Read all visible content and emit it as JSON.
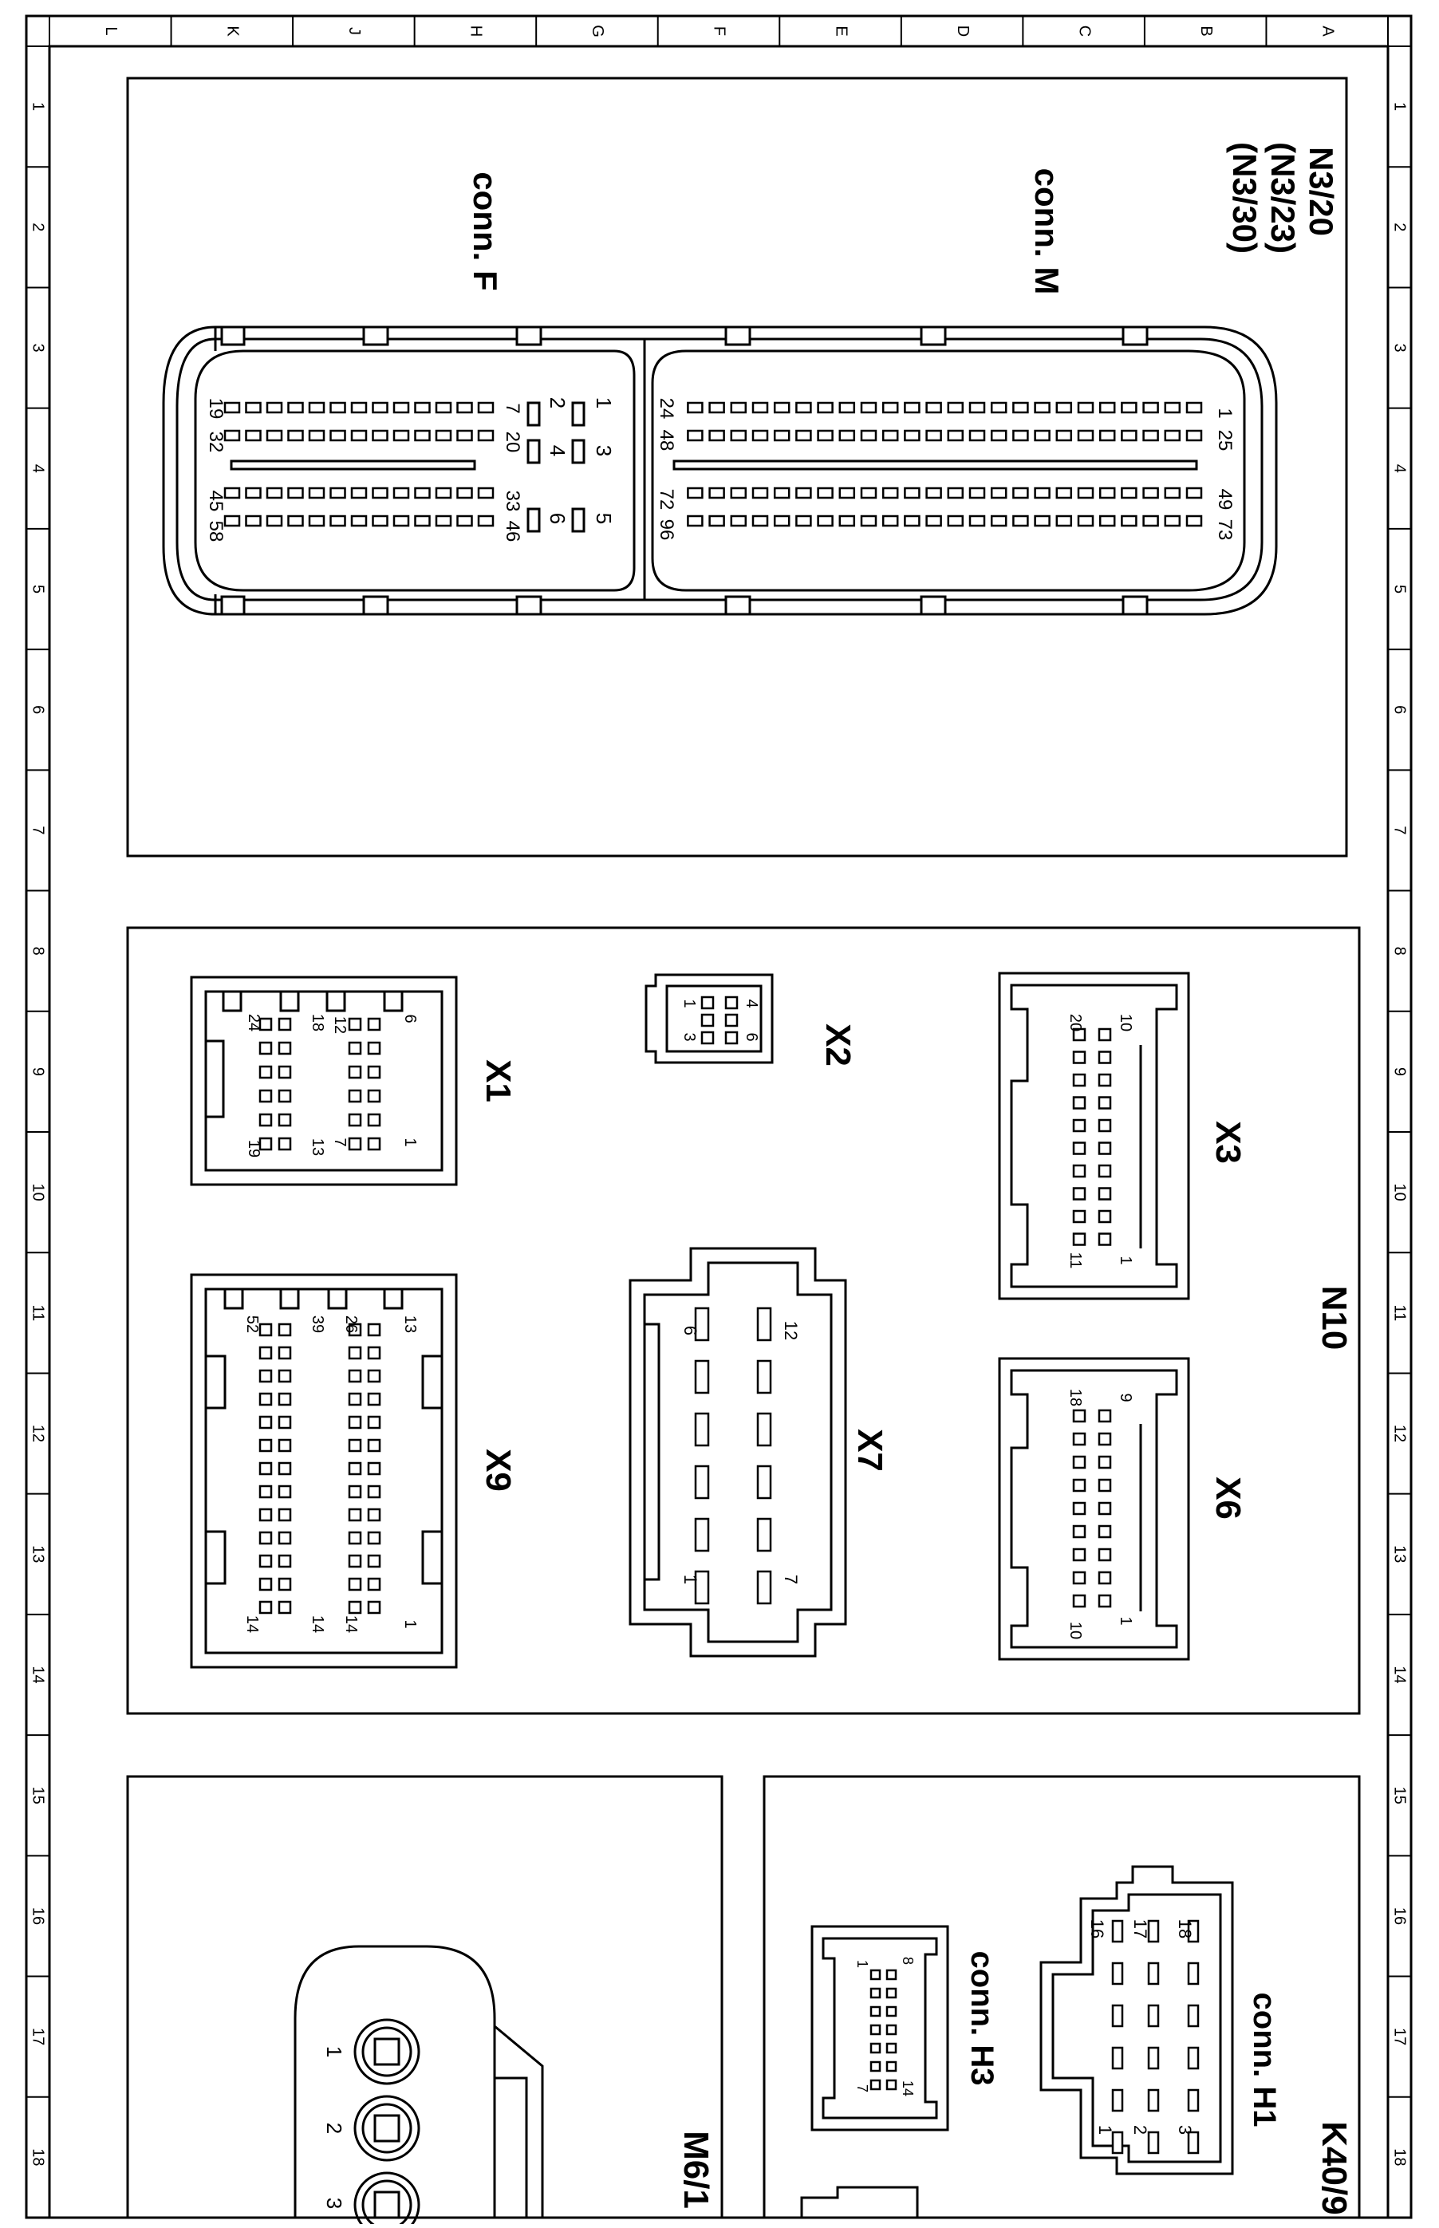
{
  "frame": {
    "columns": [
      "A",
      "B",
      "C",
      "D",
      "E",
      "F",
      "G",
      "H",
      "J",
      "K",
      "L"
    ],
    "rows": [
      "1",
      "2",
      "3",
      "4",
      "5",
      "6",
      "7",
      "8",
      "9",
      "10",
      "11",
      "12",
      "13",
      "14",
      "15",
      "16",
      "17",
      "18"
    ]
  },
  "top_panel": {
    "component_lines": [
      "N3/20",
      "(N3/23)",
      "(N3/30)"
    ],
    "conn_m_label": "conn. M",
    "conn_f_label": "conn. F",
    "conn_m_pins": {
      "r1_a": "1",
      "r1_b": "24",
      "r2_a": "25",
      "r2_b": "48",
      "r3_a": "49",
      "r3_b": "72",
      "r4_a": "73",
      "r4_b": "96"
    },
    "conn_f_pins": {
      "p1": "1",
      "p2": "2",
      "p3": "3",
      "p4": "4",
      "p5": "5",
      "p6": "6",
      "r1_a": "7",
      "r1_b": "19",
      "r2_a": "20",
      "r2_b": "32",
      "r3_a": "33",
      "r3_b": "45",
      "r4_a": "46",
      "r4_b": "58"
    }
  },
  "middle_panel": {
    "component": "N10",
    "x1": {
      "label": "X1",
      "pins": {
        "a": "1",
        "b": "6",
        "c": "7",
        "d": "12",
        "e": "13",
        "f": "18",
        "g": "19",
        "h": "24"
      }
    },
    "x2": {
      "label": "X2",
      "pins": {
        "a": "1",
        "b": "3",
        "c": "4",
        "d": "6"
      }
    },
    "x3": {
      "label": "X3",
      "pins": {
        "a": "1",
        "b": "10",
        "c": "11",
        "d": "20"
      }
    },
    "x9": {
      "label": "X9",
      "pins": {
        "a": "1",
        "b": "13",
        "c": "14",
        "d": "26",
        "e": "14",
        "f": "39",
        "g": "14",
        "h": "52"
      }
    },
    "x7": {
      "label": "X7",
      "pins": {
        "a": "1",
        "b": "6",
        "c": "7",
        "d": "12"
      }
    },
    "x6": {
      "label": "X6",
      "pins": {
        "a": "1",
        "b": "9",
        "c": "10",
        "d": "18"
      }
    }
  },
  "bottom_left": {
    "component": "M6/1",
    "pins": [
      "1",
      "2",
      "3"
    ]
  },
  "bottom_right": {
    "component": "K40/9",
    "conn_h1_label": "conn. H1",
    "conn_h3_label": "conn. H3",
    "h1_pins": {
      "a": "1",
      "b": "2",
      "c": "3",
      "d": "16",
      "e": "17",
      "f": "18"
    },
    "h3_pins": {
      "a": "1",
      "b": "7",
      "c": "8",
      "d": "14"
    }
  },
  "colors": {
    "ink": "#000000",
    "paper": "#ffffff"
  }
}
